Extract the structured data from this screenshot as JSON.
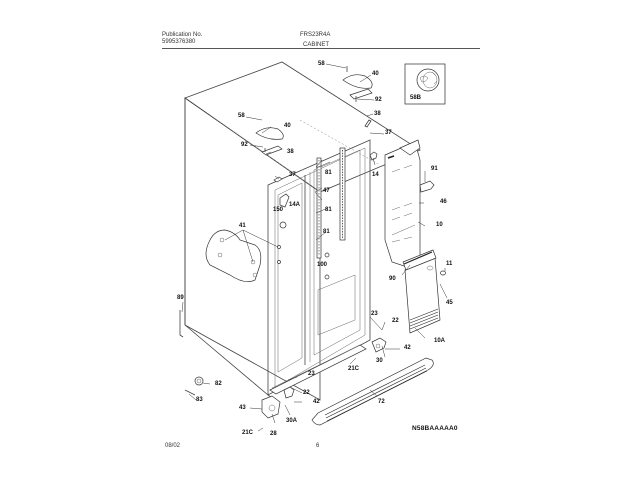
{
  "header": {
    "publication_label": "Publication No.",
    "publication_number": "5995376380",
    "model": "FRS23R4A",
    "section_title": "CABINET"
  },
  "footer": {
    "date": "08/02",
    "page": "6",
    "drawing_code": "N58BAAAAA0"
  },
  "inset": {
    "label": "58B",
    "icon": "cap-part-icon"
  },
  "callouts": {
    "c58_top": "58",
    "c40_top": "40",
    "c92_top": "92",
    "c38_top": "38",
    "c37_top": "37",
    "c58_left": "58",
    "c40_left": "40",
    "c92_left": "92",
    "c38_left": "38",
    "c37_left": "37",
    "c81_a": "81",
    "c47": "47",
    "c81_b": "81",
    "c81_c": "81",
    "c150": "150",
    "c14A": "14A",
    "c41": "41",
    "c100": "100",
    "c14": "14",
    "c91": "91",
    "c46": "46",
    "c10": "10",
    "c90": "90",
    "c11": "11",
    "c45": "45",
    "c89": "89",
    "c23_right": "23",
    "c22_right": "22",
    "c10A": "10A",
    "c42_right": "42",
    "c30": "30",
    "c21C_mid": "21C",
    "c23_left": "23",
    "c22_left": "22",
    "c42_left": "42",
    "c82": "82",
    "c83": "83",
    "c43": "43",
    "c30A": "30A",
    "c21C_bottom": "21C",
    "c28": "28",
    "c72": "72"
  }
}
